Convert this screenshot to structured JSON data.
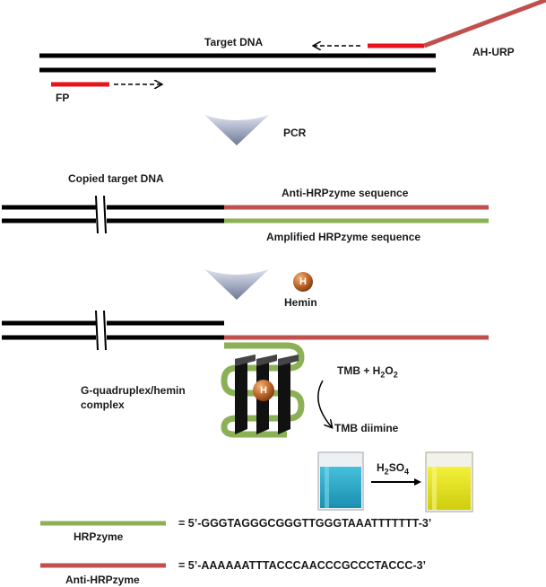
{
  "labels": {
    "target_dna": "Target DNA",
    "ah_urp": "AH-URP",
    "fp": "FP",
    "pcr": "PCR",
    "copied_target_dna": "Copied target DNA",
    "anti_hrpzyme_sequence": "Anti-HRPzyme sequence",
    "amplified_hrpzyme_sequence": "Amplified HRPzyme sequence",
    "hemin": "Hemin",
    "hemin_badge": "H",
    "complex_line1": "G-quadruplex/hemin",
    "complex_line2": "complex",
    "tmb_h2o2_prefix": "TMB  + H",
    "tmb_h2o2_sub1": "2",
    "tmb_h2o2_mid": "O",
    "tmb_h2o2_sub2": "2",
    "tmb_diimine": "TMB diimine",
    "h2so4_h": "H",
    "h2so4_sub1": "2",
    "h2so4_so": "SO",
    "h2so4_sub2": "4"
  },
  "legend": [
    {
      "name": "HRPzyme",
      "sequence": "= 5’-GGGTAGGGCGGGTTGGGTAAATTTTTTT-3’",
      "color": "#8cb056"
    },
    {
      "name": "Anti-HRPzyme",
      "sequence": "= 5’-AAAAAATTTACCCAACCCGCCCTACCC-3’",
      "color": "#c0504d"
    }
  ],
  "colors": {
    "dna_strand": "#000000",
    "primer": "#e8141c",
    "anti_hrpzyme": "#c0504d",
    "hrpzyme": "#8cb056",
    "hemin_ball": "#b5652c",
    "blue_solution": "#2aa6c6",
    "yellow_solution": "#e4e21a"
  },
  "icons": [
    "process-arrow-icon",
    "hemin-ball-icon",
    "g-quadruplex-icon",
    "vial-blue-icon",
    "vial-yellow-icon"
  ]
}
